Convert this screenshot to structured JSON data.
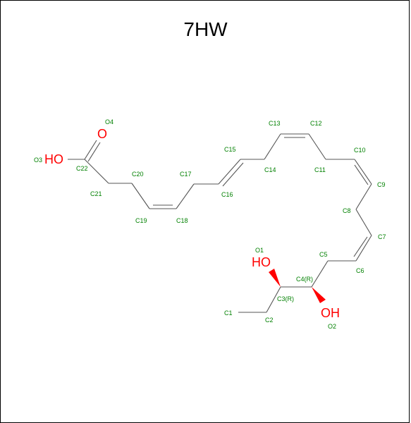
{
  "title": "7HW",
  "colors": {
    "carbon_label": "#008000",
    "heteroatom": "#ff0000",
    "bond": "#555555"
  },
  "atom_labels": {
    "C1": "C1",
    "C2": "C2",
    "C3": "C3(R)",
    "C4": "C4(R)",
    "C5": "C5",
    "C6": "C6",
    "C7": "C7",
    "C8": "C8",
    "C9": "C9",
    "C10": "C10",
    "C11": "C11",
    "C12": "C12",
    "C13": "C13",
    "C14": "C14",
    "C15": "C15",
    "C16": "C16",
    "C17": "C17",
    "C18": "C18",
    "C19": "C19",
    "C20": "C20",
    "C21": "C21",
    "C22": "C22",
    "O1": "O1",
    "O2": "O2",
    "O3": "O3",
    "O4": "O4"
  },
  "groups": {
    "hydroxyl_O1": "HO",
    "hydroxyl_O2": "OH",
    "carboxyl_O3": "HO",
    "carbonyl_O4": "O"
  }
}
